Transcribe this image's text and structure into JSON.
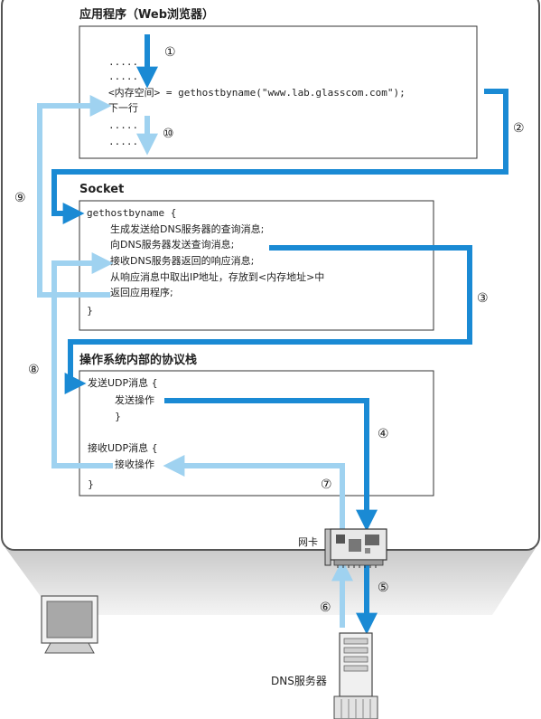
{
  "sections": {
    "app": {
      "title": "应用程序（Web浏览器）",
      "lines": [
        ".....",
        ".....",
        "<内存空间> = gethostbyname(\"www.lab.glasscom.com\");",
        "下一行",
        ".....",
        "....."
      ]
    },
    "socket": {
      "title": "Socket",
      "lines": [
        "gethostbyname  {",
        "生成发送给DNS服务器的查询消息;",
        "向DNS服务器发送查询消息;",
        "接收DNS服务器返回的响应消息;",
        "从响应消息中取出IP地址，存放到<内存地址>中",
        "返回应用程序;",
        "}"
      ]
    },
    "os": {
      "title": "操作系统内部的协议栈",
      "lines": [
        "发送UDP消息  {",
        "发送操作",
        "}",
        "接收UDP消息  {",
        "接收操作",
        "}"
      ]
    }
  },
  "labels": {
    "nic": "网卡",
    "dns_server": "DNS服务器"
  },
  "steps": [
    "①",
    "②",
    "③",
    "④",
    "⑤",
    "⑥",
    "⑦",
    "⑧",
    "⑨",
    "⑩"
  ],
  "colors": {
    "dark_arrow": "#1a8ad4",
    "light_arrow": "#9fd2f0",
    "panel_border": "#555555",
    "floor": "#d8d8d8"
  }
}
